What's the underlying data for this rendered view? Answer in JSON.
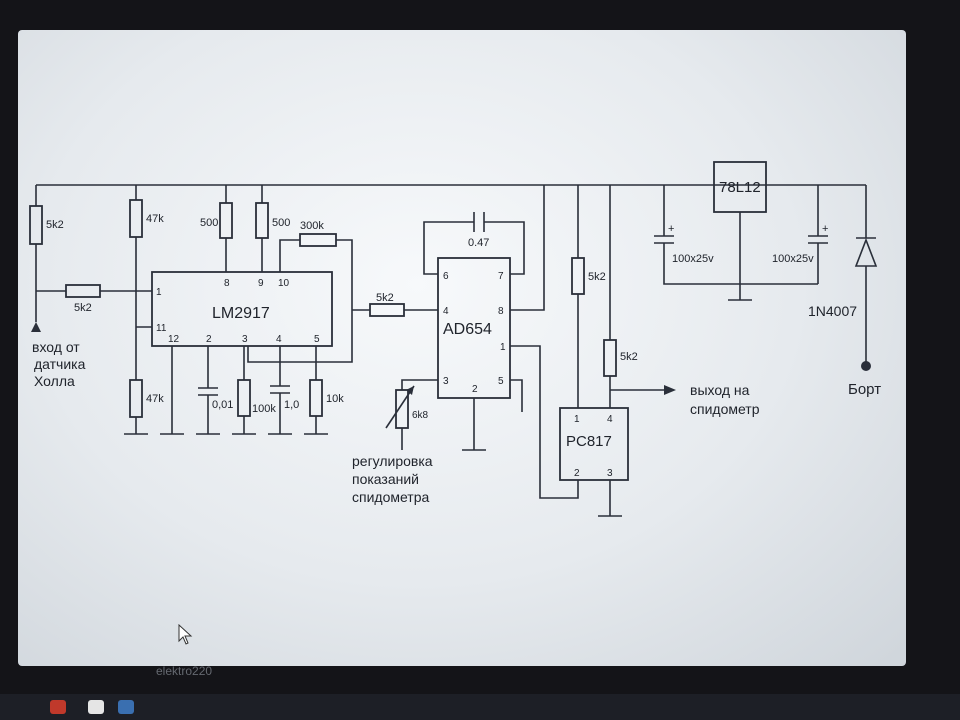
{
  "diagram": {
    "chips": {
      "lm2917": "LM2917",
      "ad654": "AD654",
      "pc817": "PC817",
      "regulator": "78L12",
      "diode": "1N4007"
    },
    "lm2917_pins": [
      "1",
      "11",
      "12",
      "2",
      "3",
      "4",
      "5",
      "8",
      "9",
      "10"
    ],
    "ad654_pins": [
      "6",
      "7",
      "4",
      "8",
      "1",
      "3",
      "2",
      "5"
    ],
    "pc817_pins": [
      "1",
      "4",
      "2",
      "3"
    ],
    "components": {
      "r_hall_pullup": "5k2",
      "r_div_top": "47k",
      "r_div_bottom": "47k",
      "r_pin8": "500",
      "r_pin9": "500",
      "r_fb": "300k",
      "r_input": "5k2",
      "r_series_out": "5k2",
      "c_ad654": "0.47",
      "c_pin2": "0,01",
      "r_pin3": "100k",
      "c_pin4": "1,0",
      "r_pin5": "10k",
      "r_trim": "6k8",
      "r_pc_top": "5k2",
      "r_pc_out": "5k2",
      "c_reg_in": "100x25v",
      "c_reg_out": "100x25v"
    },
    "notes": {
      "hall_input": [
        "вход от",
        "датчика",
        "Холла"
      ],
      "speed_output": [
        "выход на",
        "спидометр"
      ],
      "adjust": [
        "регулировка",
        "показаний",
        "спидометра"
      ],
      "board_power": "Борт"
    }
  },
  "taskbar": {
    "label": "elektro220"
  },
  "colors": {
    "screen": "#eef1f4",
    "ink": "#2a2f3a",
    "bezel": "#141418"
  }
}
